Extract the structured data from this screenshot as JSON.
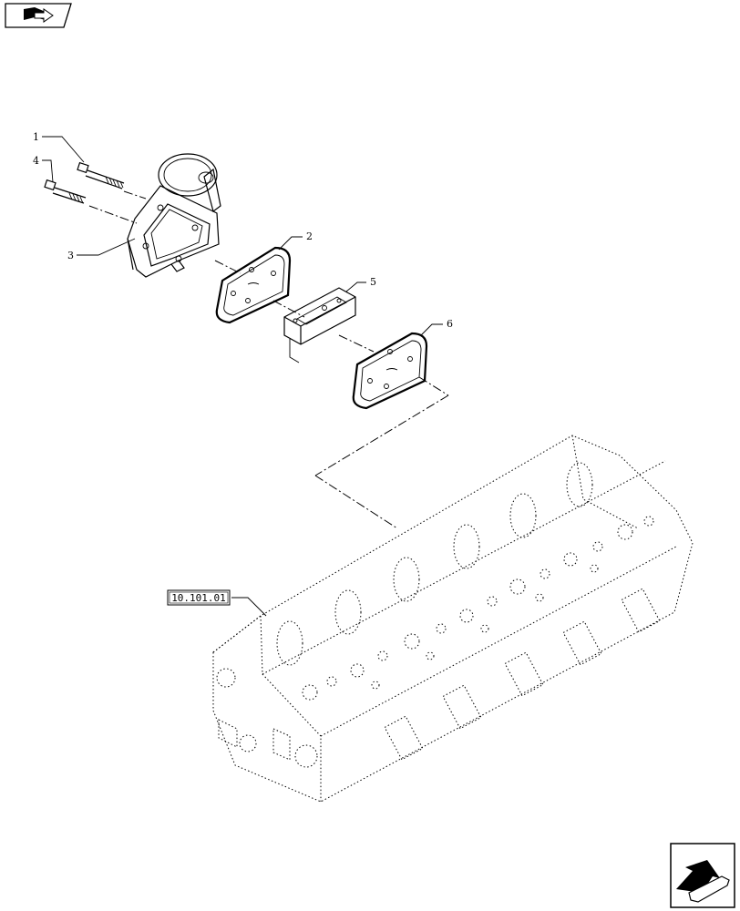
{
  "nav": {
    "top_icon": "book-arrow-icon",
    "bottom_icon": "next-page-arrow-icon"
  },
  "callouts": {
    "c1": "1",
    "c2": "2",
    "c3": "3",
    "c4": "4",
    "c5": "5",
    "c6": "6"
  },
  "reference": {
    "label": "10.101.01"
  }
}
